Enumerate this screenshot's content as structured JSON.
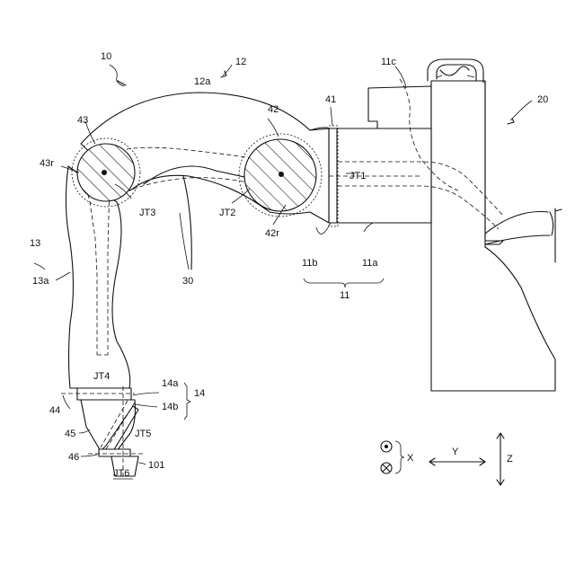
{
  "labels": {
    "robot": "10",
    "robot_arrow_base": "12",
    "upper_arm": "12a",
    "joint42": "42",
    "joint43": "43",
    "joint43r": "43r",
    "joint42r": "42r",
    "joint41": "41",
    "jt1": "JT1",
    "jt2": "JT2",
    "jt3": "JT3",
    "jt4": "JT4",
    "jt5": "JT5",
    "jt6": "JT6",
    "link11c": "11c",
    "link11b": "11b",
    "link11a": "11a",
    "link11": "11",
    "base20": "20",
    "forearm13": "13",
    "forearm13a": "13a",
    "cable30": "30",
    "wrist14a": "14a",
    "wrist14b": "14b",
    "wrist14": "14",
    "joint44": "44",
    "joint45": "45",
    "joint46": "46",
    "flange101": "101"
  },
  "axes": {
    "x": "X",
    "y": "Y",
    "z": "Z"
  }
}
